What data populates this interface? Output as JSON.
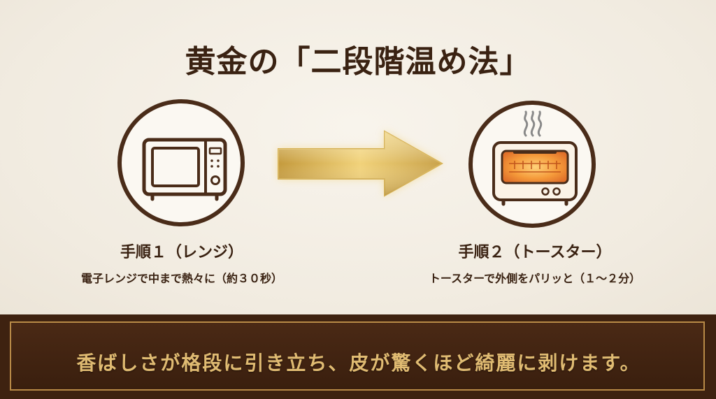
{
  "title": "黄金の「二段階温め法」",
  "steps": [
    {
      "title": "手順１（レンジ）",
      "description": "電子レンジで中まで熱々に（約３０秒）",
      "icon": "microwave-icon"
    },
    {
      "title": "手順２（トースター）",
      "description": "トースターで外側をパリッと（１〜２分）",
      "icon": "toaster-oven-icon"
    }
  ],
  "arrow_icon": "gold-arrow-icon",
  "banner": {
    "text": "香ばしさが格段に引き立ち、皮が驚くほど綺麗に剥けます。"
  },
  "colors": {
    "background": "#f4efe6",
    "brown": "#3e2210",
    "gold": "#e0bb72",
    "heat": "#f28a2e"
  }
}
